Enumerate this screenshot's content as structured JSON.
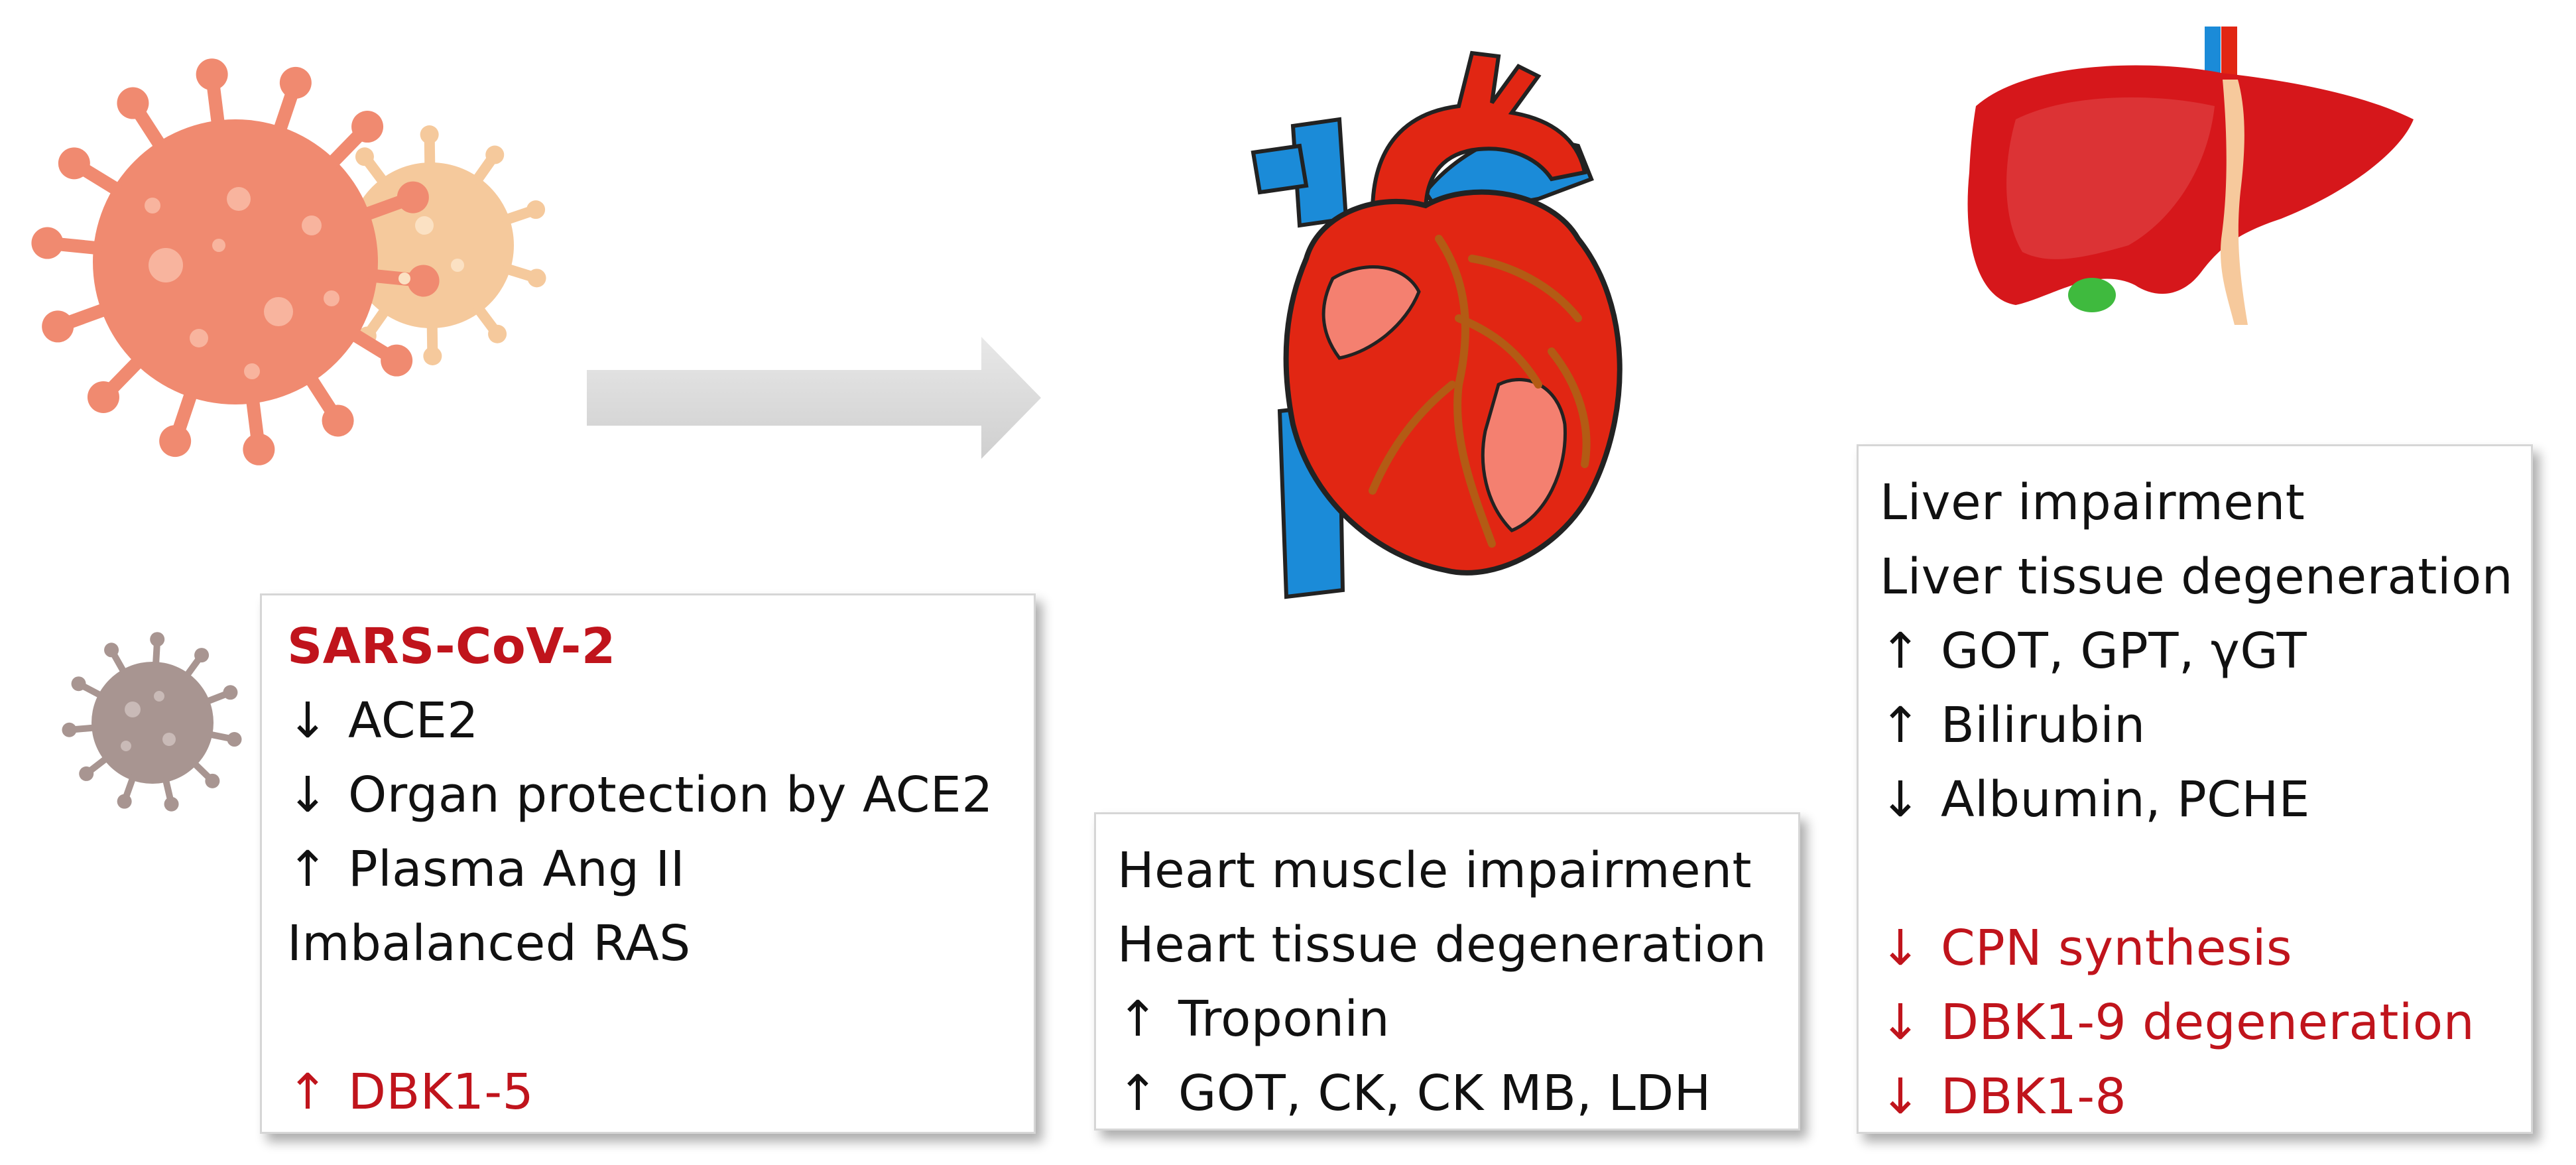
{
  "colors": {
    "virus_primary": "#f08a70",
    "virus_secondary": "#f5c99c",
    "virus_small": "#a89591",
    "heart_red": "#e12613",
    "heart_vein": "#1b8bd8",
    "liver": "#d6171b",
    "gallbladder": "#3fba3e",
    "arrow_gray": "#d9d9d9",
    "text_red": "#c0141c"
  },
  "icons": [
    "virus-cluster-icon",
    "heart-icon",
    "liver-icon",
    "virus-small-icon",
    "arrow-right-icon"
  ],
  "virus_box": {
    "title": "SARS-CoV-2",
    "lines": [
      {
        "arrow": "↓",
        "text": "ACE2"
      },
      {
        "arrow": "↓",
        "text": "Organ protection by ACE2"
      },
      {
        "arrow": "↑",
        "text": "Plasma Ang II"
      },
      {
        "arrow": "",
        "text": "Imbalanced RAS"
      }
    ],
    "highlight": {
      "arrow": "↑",
      "text": "DBK1-5"
    }
  },
  "heart_box": {
    "lines": [
      {
        "arrow": "",
        "text": "Heart muscle impairment"
      },
      {
        "arrow": "",
        "text": "Heart tissue degeneration"
      },
      {
        "arrow": "↑",
        "text": "Troponin"
      },
      {
        "arrow": "↑",
        "text": "GOT, CK, CK MB, LDH"
      }
    ]
  },
  "liver_box": {
    "lines": [
      {
        "arrow": "",
        "text": "Liver impairment"
      },
      {
        "arrow": "",
        "text": "Liver tissue degeneration"
      },
      {
        "arrow": "↑",
        "text": "GOT, GPT, γGT"
      },
      {
        "arrow": "↑",
        "text": "Bilirubin"
      },
      {
        "arrow": "↓",
        "text": "Albumin, PCHE"
      }
    ],
    "highlights": [
      {
        "arrow": "↓",
        "text": "CPN synthesis"
      },
      {
        "arrow": "↓",
        "text": "DBK1-9 degeneration"
      },
      {
        "arrow": "↓",
        "text": "DBK1-8"
      }
    ]
  }
}
